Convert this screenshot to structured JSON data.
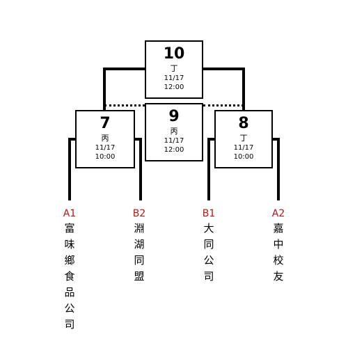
{
  "matches": {
    "m10": {
      "number": "10",
      "court": "丁",
      "date": "11/17",
      "time": "12:00"
    },
    "m9": {
      "number": "9",
      "court": "丙",
      "date": "11/17",
      "time": "12:00"
    },
    "m7": {
      "number": "7",
      "court": "丙",
      "date": "11/17",
      "time": "10:00"
    },
    "m8": {
      "number": "8",
      "court": "丁",
      "date": "11/17",
      "time": "10:00"
    }
  },
  "teams": [
    {
      "seed": "A1",
      "name": "富味鄉食品公司"
    },
    {
      "seed": "B2",
      "name": "淵湖同盟"
    },
    {
      "seed": "B1",
      "name": "大同公司"
    },
    {
      "seed": "A2",
      "name": "嘉中校友"
    }
  ],
  "colors": {
    "seed": "#b81414",
    "line": "#000000"
  }
}
